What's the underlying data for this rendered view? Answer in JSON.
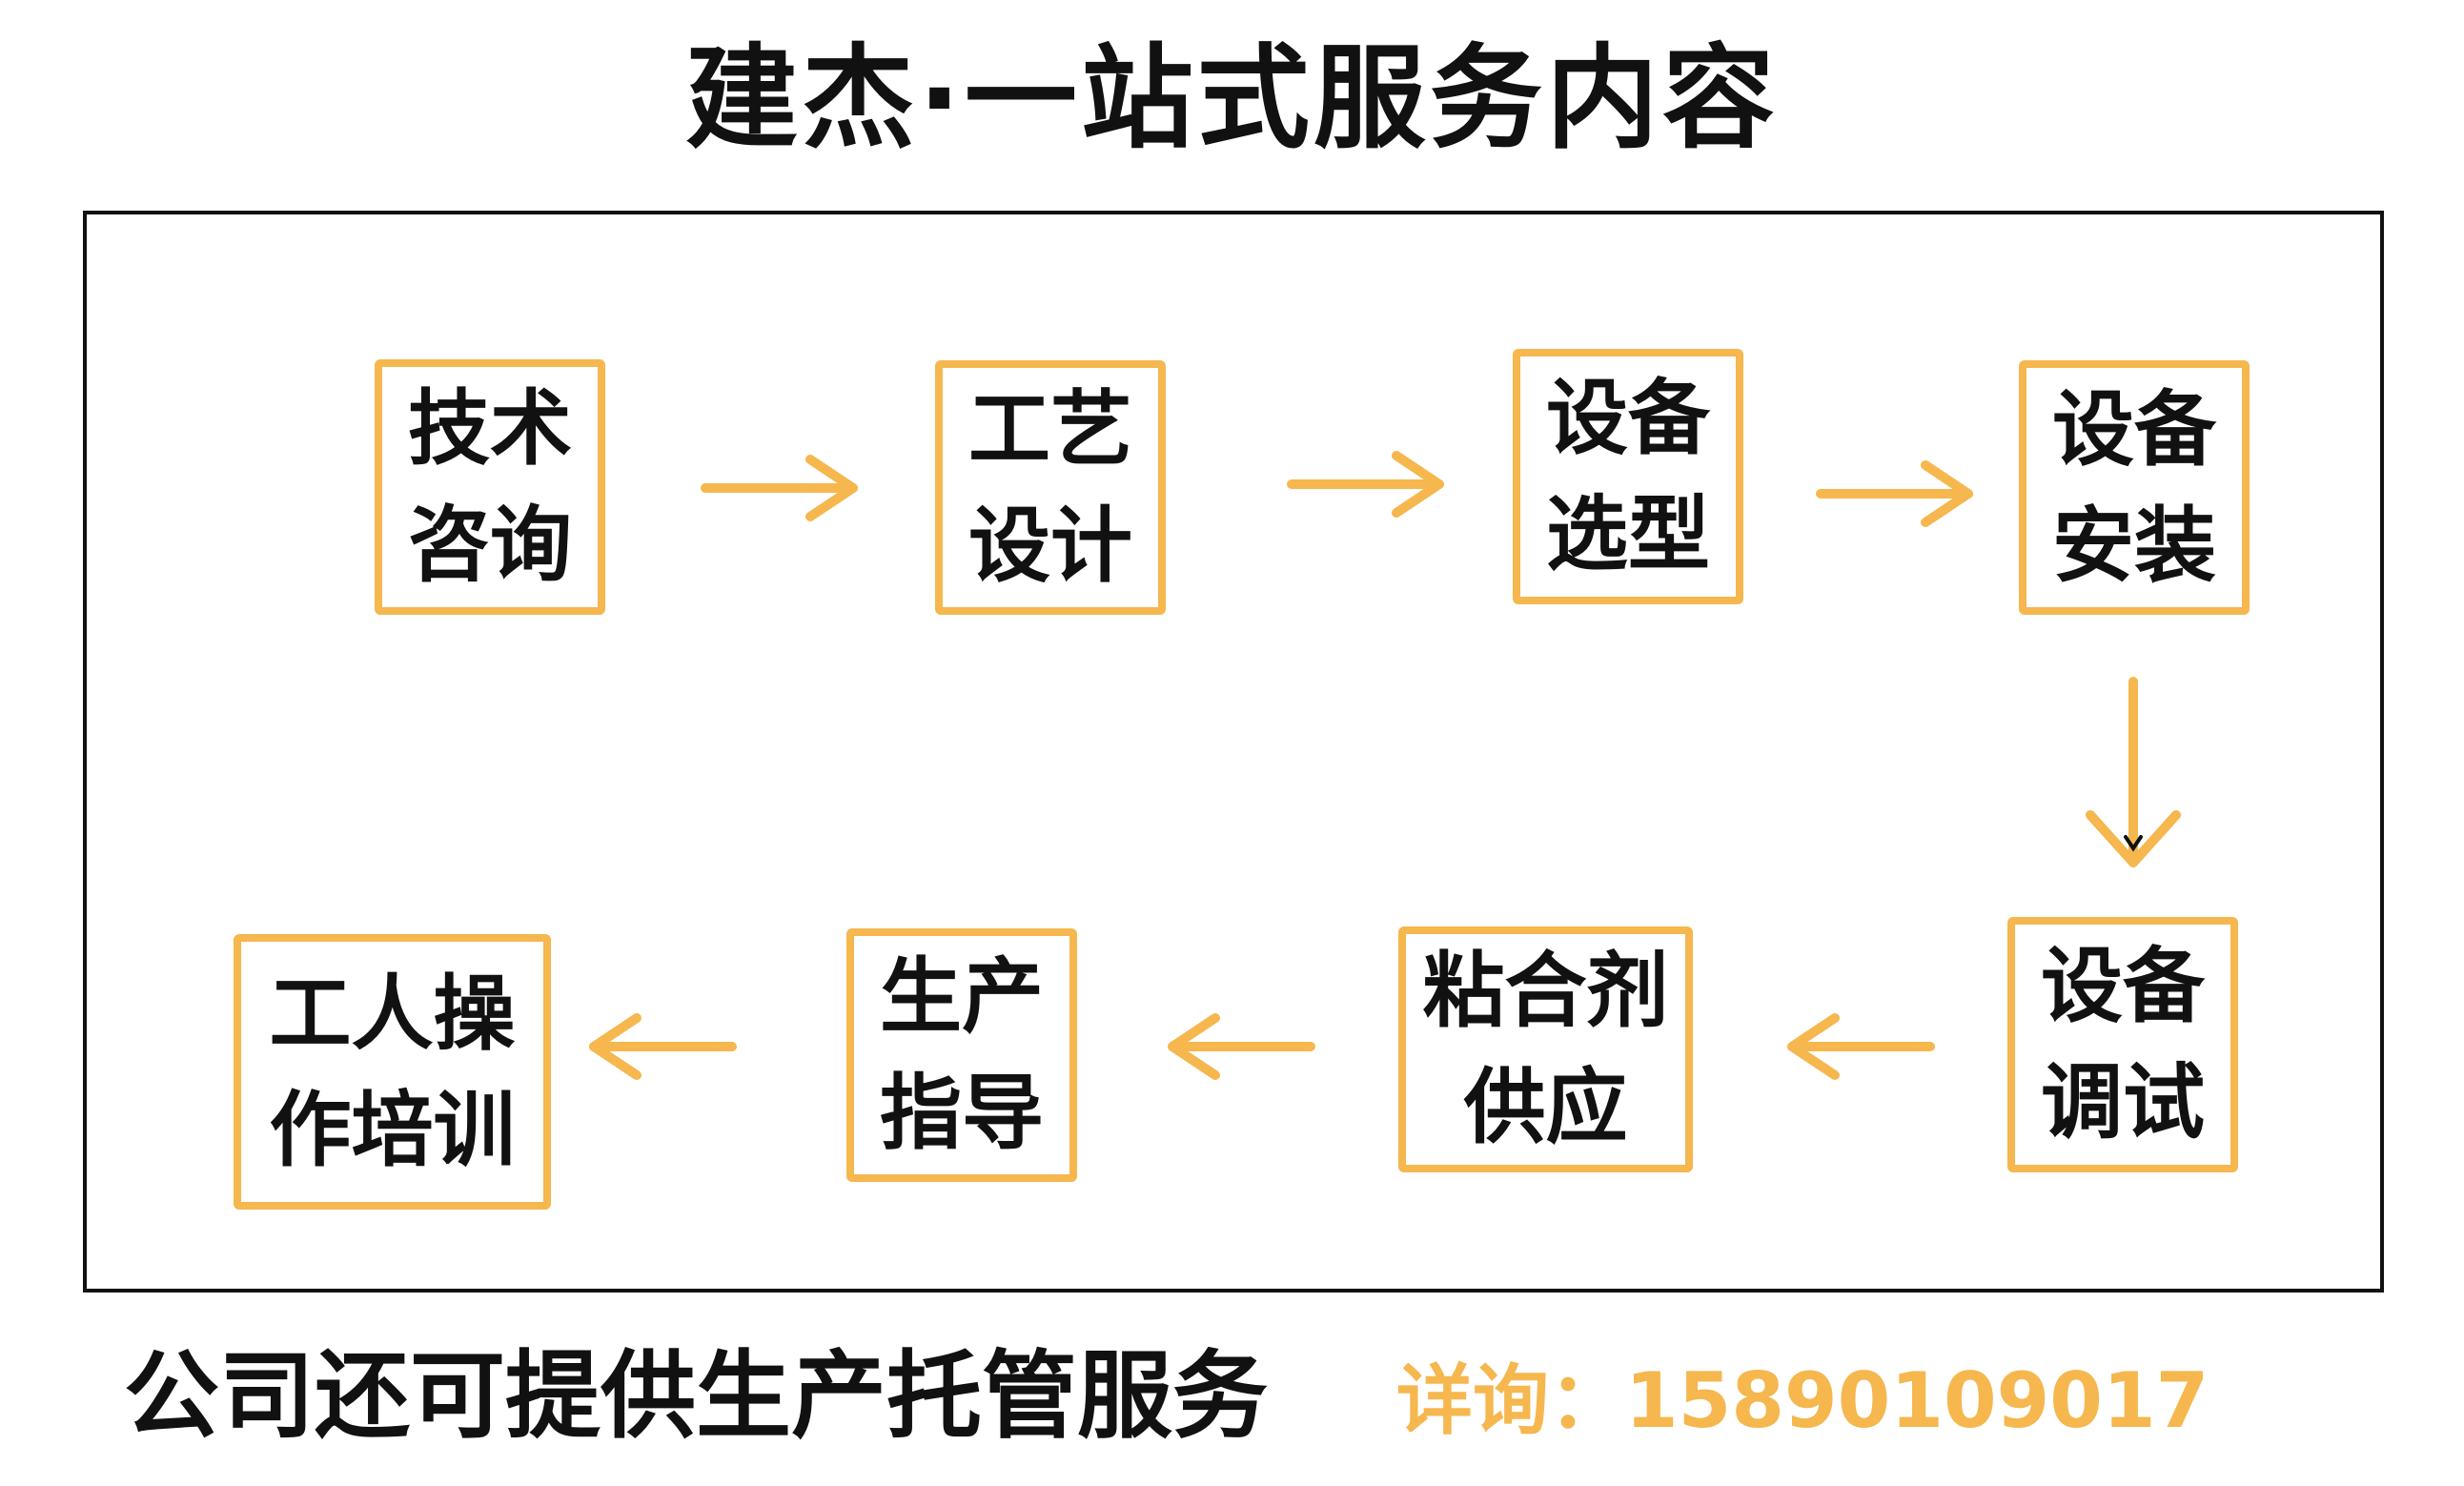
{
  "title": "建杰·一站式服务内容",
  "colors": {
    "accent": "#f5b74e",
    "text": "#111111",
    "frame": "#111111"
  },
  "steps": [
    {
      "line1": "技术",
      "line2": "咨询"
    },
    {
      "line1": "工艺",
      "line2": "设计"
    },
    {
      "line1": "设备",
      "line2": "选型"
    },
    {
      "line1": "设备",
      "line2": "安装"
    },
    {
      "line1": "设备",
      "line2": "调试"
    },
    {
      "line1": "粘合剂",
      "line2": "供应"
    },
    {
      "line1": "生产",
      "line2": "指导"
    },
    {
      "line1": "工人操",
      "line2": "作培训"
    }
  ],
  "footer": {
    "service": "公司还可提供生产托管服务",
    "contact": "详询：15890109017"
  }
}
